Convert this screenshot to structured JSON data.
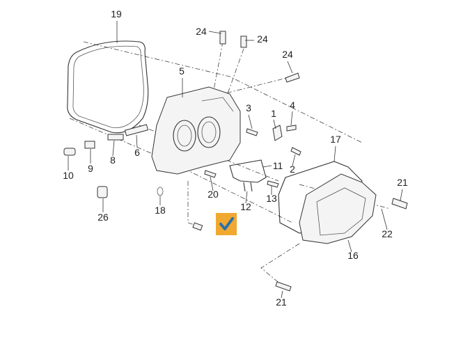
{
  "diagram": {
    "part_labels": {
      "p19": "19",
      "p24a": "24",
      "p24b": "24",
      "p24c": "24",
      "p5": "5",
      "p3": "3",
      "p1": "1",
      "p4": "4",
      "p17": "17",
      "p11": "11",
      "p2": "2",
      "p21a": "21",
      "p13": "13",
      "p20": "20",
      "p12": "12",
      "p18": "18",
      "p26": "26",
      "p22": "22",
      "p16": "16",
      "p21b": "21",
      "p10": "10",
      "p9": "9",
      "p8": "8",
      "p6": "6"
    },
    "badge": {
      "icon": "checkmark-icon",
      "color": "#f0a830",
      "check_color": "#2f6fa8"
    }
  }
}
